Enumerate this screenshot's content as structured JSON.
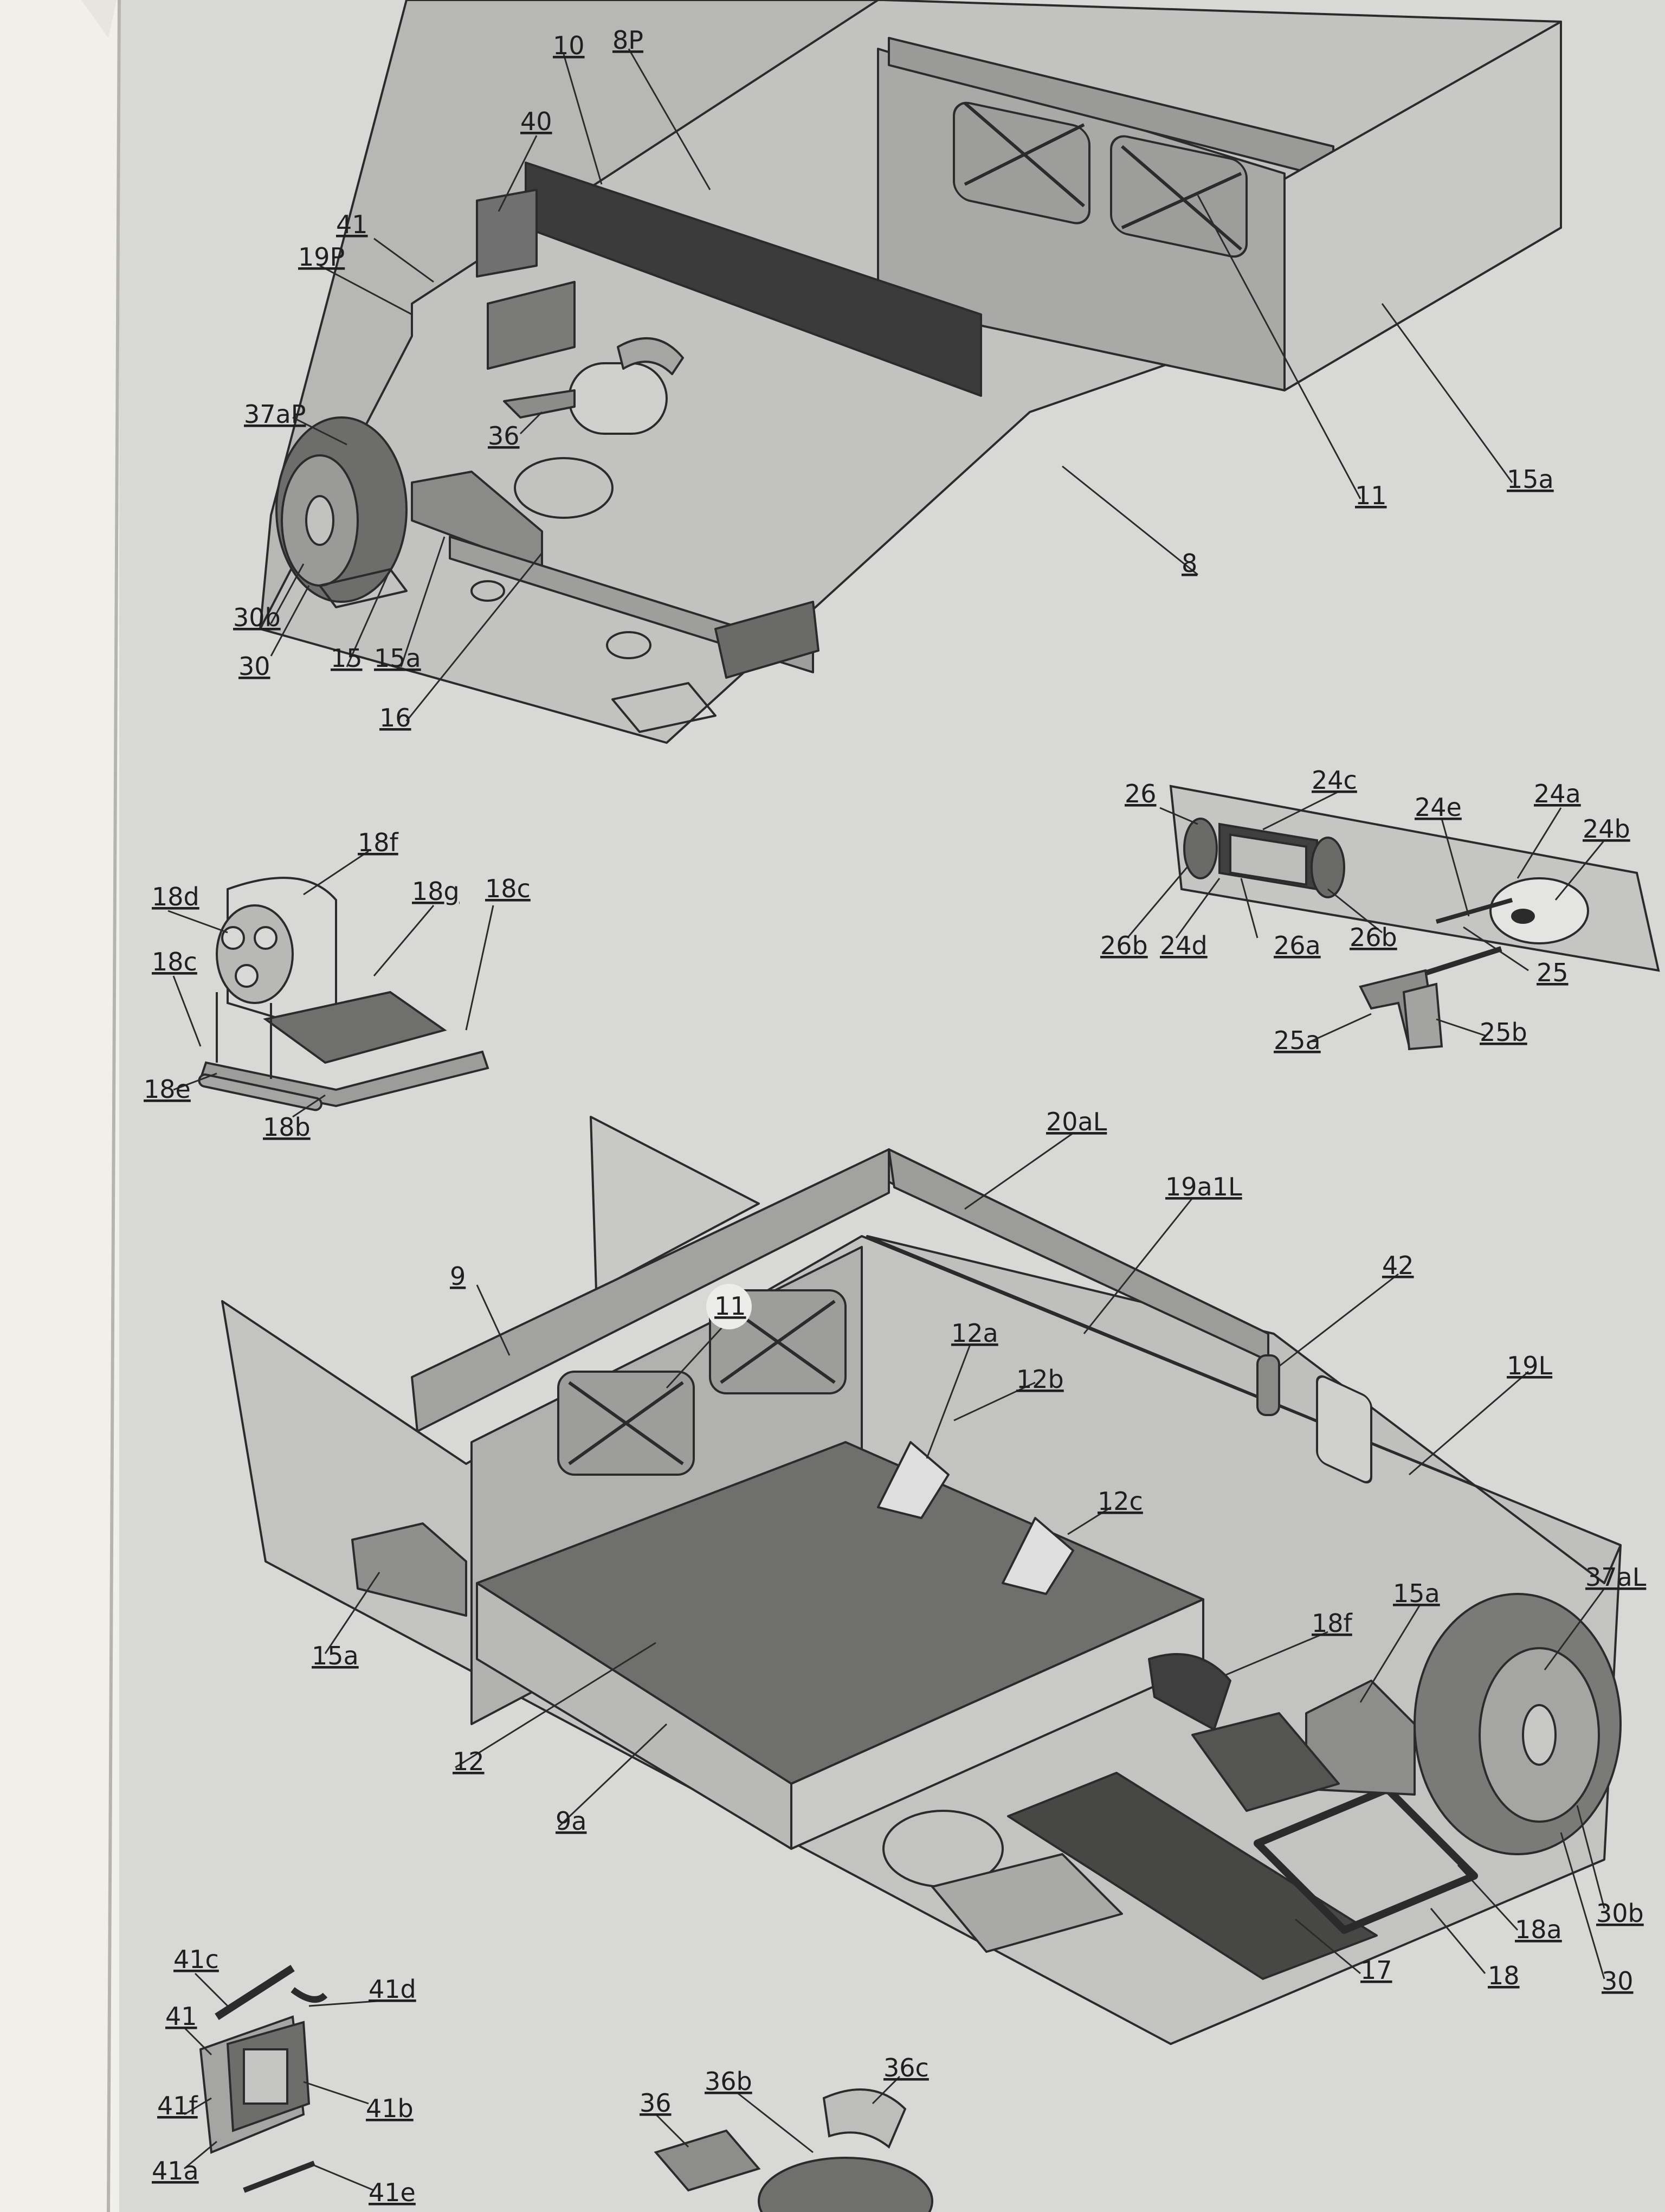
{
  "colors": {
    "paper": "#d8d8d6",
    "binding": "#f0efe9",
    "line": "#2b2b2b",
    "fill_light": "#bdbdbb",
    "fill_mid": "#9d9d9b",
    "fill_dark": "#6f6f6d",
    "fill_darkest": "#3b3b3b"
  },
  "labels": {
    "l_10": "10",
    "l_8p": "8P",
    "l_40": "40",
    "l_41_top": "41",
    "l_19p": "19P",
    "l_37ap": "37aP",
    "l_36_top": "36",
    "l_30b_top": "30b",
    "l_30_top": "30",
    "l_15": "15",
    "l_15a_left": "15a",
    "l_16": "16",
    "l_11_top": "11",
    "l_15a_right": "15a",
    "l_8": "8",
    "l_18f_seat": "18f",
    "l_18d": "18d",
    "l_18g": "18g",
    "l_18c_right": "18c",
    "l_18c_left": "18c",
    "l_18e": "18e",
    "l_18b": "18b",
    "l_26": "26",
    "l_24c": "24c",
    "l_24e": "24e",
    "l_24a": "24a",
    "l_24b": "24b",
    "l_26b_left": "26b",
    "l_24d": "24d",
    "l_26a": "26a",
    "l_26b_right": "26b",
    "l_25": "25",
    "l_25a": "25a",
    "l_25b": "25b",
    "l_20al": "20aL",
    "l_19a1l": "19a1L",
    "l_9": "9",
    "l_11_bot": "11",
    "l_42": "42",
    "l_12a": "12a",
    "l_12b": "12b",
    "l_19l": "19L",
    "l_12c": "12c",
    "l_37al": "37aL",
    "l_15a_bot_right": "15a",
    "l_18f_bot": "18f",
    "l_15a_bot_left": "15a",
    "l_12": "12",
    "l_9a": "9a",
    "l_30b_bot": "30b",
    "l_18a": "18a",
    "l_17": "17",
    "l_18": "18",
    "l_30_bot": "30",
    "l_41c": "41c",
    "l_41d": "41d",
    "l_41_bot": "41",
    "l_41f": "41f",
    "l_41b": "41b",
    "l_41a": "41a",
    "l_41e": "41e",
    "l_36b": "36b",
    "l_36c": "36c",
    "l_36_bot": "36"
  }
}
